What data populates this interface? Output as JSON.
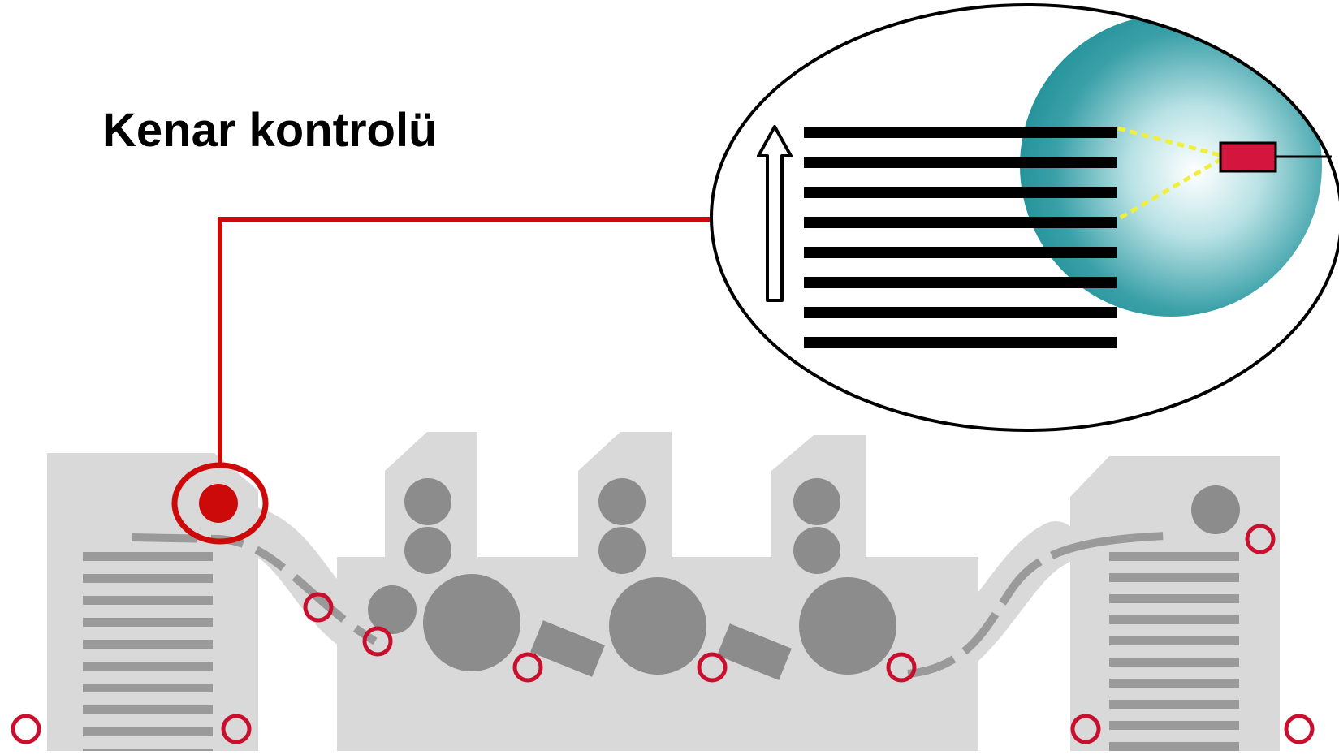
{
  "title": "Kenar kontrolü",
  "colors": {
    "accent_red": "#cc0a0a",
    "sensor_red": "#d4153d",
    "sensor_marker": "#c8102e",
    "machine_light": "#d9d9d9",
    "machine_dark": "#8c8c8c",
    "sheet_gray": "#9a9a9a",
    "sphere_teal": "#1f8f97",
    "beam_yellow": "#f0f03c",
    "ink": "#000000"
  },
  "icons": {
    "feed_direction": "arrow-up-icon",
    "sensor": "edge-sensor-icon",
    "highlight": "sensor-highlight-icon"
  },
  "diagram": {
    "printing_units": 3,
    "zoom_sheet_count": 8,
    "feeder_sheet_count": 10,
    "delivery_sheet_count": 10,
    "sensor_marker_count": 11
  }
}
